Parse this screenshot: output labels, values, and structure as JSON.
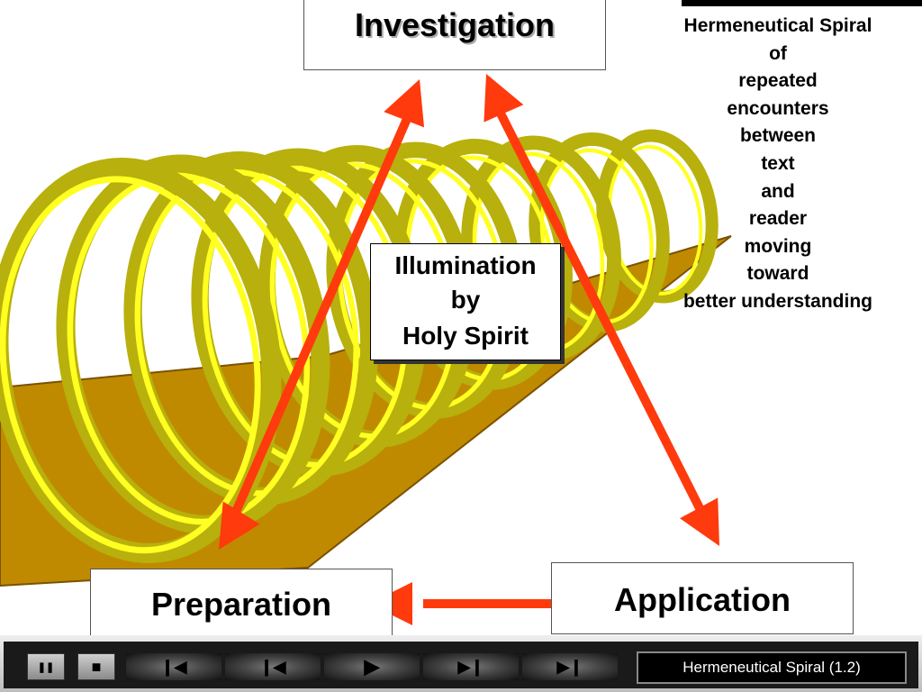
{
  "diagram": {
    "investigation": "Investigation",
    "illumination": [
      "Illumination",
      "by",
      "Holy Spirit"
    ],
    "preparation": "Preparation",
    "application": "Application",
    "caption_lines": [
      "Hermeneutical Spiral",
      "of",
      "repeated",
      "encounters",
      "between",
      "text",
      "and",
      "reader",
      "moving",
      "toward",
      "better understanding"
    ]
  },
  "colors": {
    "arrow": "#ff3a0c",
    "ring_outer": "#b8b00c",
    "ring_inner": "#ffff22",
    "ramp": "#c08a00",
    "ramp_dark": "#7a5200"
  },
  "player": {
    "buttons": [
      "pause-icon",
      "stop-icon",
      "skip-to-start-icon",
      "previous-icon",
      "play-icon",
      "next-icon",
      "skip-to-end-icon"
    ],
    "pause_glyph": "❚❚",
    "stop_glyph": "■",
    "first_glyph": "❙◀",
    "prev_glyph": "❙◀",
    "play_glyph": "▶",
    "next_glyph": "▶❙",
    "last_glyph": "▶❙",
    "slide_label": "Hermeneutical Spiral (1.2)"
  }
}
